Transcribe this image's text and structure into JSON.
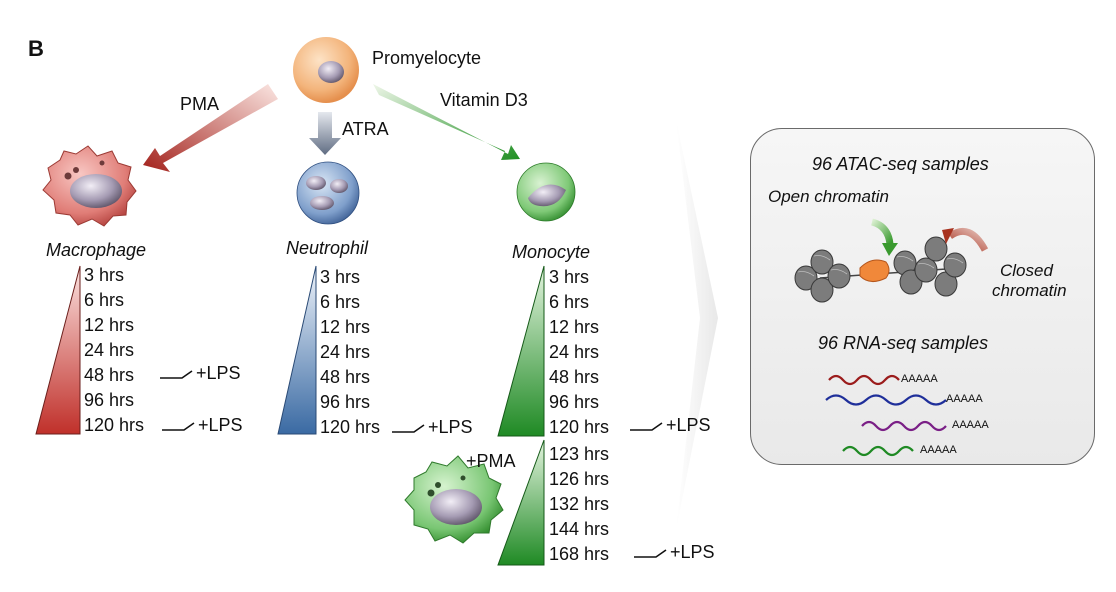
{
  "panel_label": "B",
  "progenitor": {
    "name": "Promyelocyte"
  },
  "treatments": {
    "pma": "PMA",
    "atra": "ATRA",
    "vitd3": "Vitamin D3",
    "pma_plus": "+PMA"
  },
  "lineages": [
    {
      "name": "Macrophage",
      "times": [
        "3 hrs",
        "6 hrs",
        "12 hrs",
        "24 hrs",
        "48 hrs",
        "96 hrs",
        "120 hrs"
      ],
      "lps_at": [
        "48 hrs",
        "120 hrs"
      ],
      "color": "#c0392b"
    },
    {
      "name": "Neutrophil",
      "times": [
        "3 hrs",
        "6 hrs",
        "12 hrs",
        "24 hrs",
        "48 hrs",
        "96 hrs",
        "120 hrs"
      ],
      "lps_at": [
        "120 hrs"
      ],
      "color": "#3e6fa8"
    },
    {
      "name": "Monocyte",
      "times": [
        "3 hrs",
        "6 hrs",
        "12 hrs",
        "24 hrs",
        "48 hrs",
        "96 hrs",
        "120 hrs"
      ],
      "lps_at": [
        "120 hrs"
      ],
      "color": "#2e8b2e"
    }
  ],
  "pma_timecourse": {
    "times": [
      "123 hrs",
      "126 hrs",
      "132 hrs",
      "144 hrs",
      "168 hrs"
    ],
    "lps_at": [
      "168 hrs"
    ]
  },
  "lps_label": "+LPS",
  "assay_box": {
    "atac_title": "96 ATAC-seq samples",
    "open": "Open chromatin",
    "closed_line1": "Closed",
    "closed_line2": "chromatin",
    "rna_title": "96 RNA-seq samples",
    "polyA": "AAAAA"
  },
  "colors": {
    "macrophage": "#c0392b",
    "neutrophil": "#3e6fa8",
    "monocyte": "#2e8b2e",
    "promyelocyte": "#f2b27a",
    "nucleosome": "#777777",
    "open_region": "#f0883a"
  }
}
